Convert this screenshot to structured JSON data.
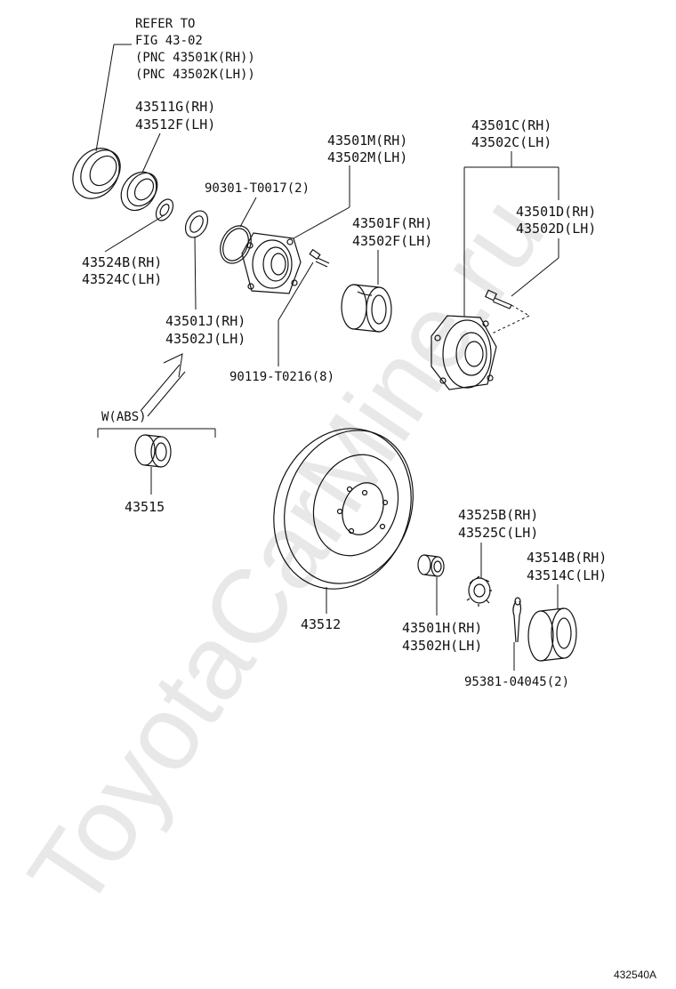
{
  "watermark": "ToyotaCarMine.ru",
  "figure_code": "432540A",
  "labels": {
    "refer_1": "REFER TO",
    "refer_2": "FIG 43-02",
    "refer_3": "(PNC 43501K(RH))",
    "refer_4": "(PNC 43502K(LH))",
    "seal_outer_rh": "43511G(RH)",
    "seal_outer_lh": "43512F(LH)",
    "hub_m_rh": "43501M(RH)",
    "hub_m_lh": "43502M(LH)",
    "oring": "90301-T0017(2)",
    "hub_c_rh": "43501C(RH)",
    "hub_c_lh": "43502C(LH)",
    "bolt_d_rh": "43501D(RH)",
    "bolt_d_lh": "43502D(LH)",
    "bearing_f_rh": "43501F(RH)",
    "bearing_f_lh": "43502F(LH)",
    "washer_rh": "43524B(RH)",
    "washer_lh": "43524C(LH)",
    "bearing_j_rh": "43501J(RH)",
    "bearing_j_lh": "43502J(LH)",
    "bolt_t0216": "90119-T0216(8)",
    "abs_header": "W(ABS)",
    "abs_part": "43515",
    "disc": "43512",
    "nut_rh": "43525B(RH)",
    "nut_lh": "43525C(LH)",
    "cap_rh": "43514B(RH)",
    "cap_lh": "43514C(LH)",
    "bearing_h_rh": "43501H(RH)",
    "bearing_h_lh": "43502H(LH)",
    "pin": "95381-04045(2)"
  }
}
